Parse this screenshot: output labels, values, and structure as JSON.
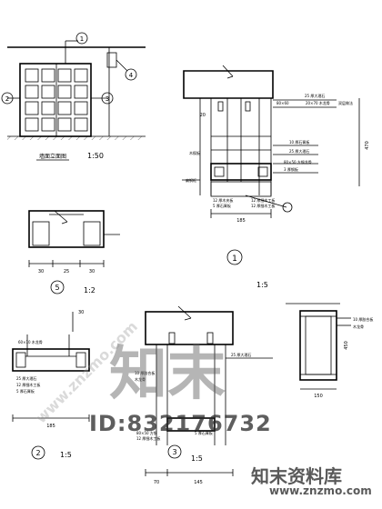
{
  "elevation": {
    "title": "墙面立面图",
    "scale": "1:50",
    "callouts": [
      "1",
      "2",
      "3",
      "4"
    ]
  },
  "detail1": {
    "number": "1",
    "scale": "1:5",
    "dims": [
      "20",
      "470",
      "185"
    ],
    "labels": [
      "25 厚大理石",
      "双层做法",
      "80×60",
      "20×70 木龙骨",
      "10 厚石膏板",
      "木楔板",
      "25 厚大理石",
      "扁钢框",
      "80×50 方钢龙骨",
      "3 厚钢板",
      "12 厚木夹板",
      "5 厚石膏板",
      "12 厚细木工板",
      "12 厚细木工板"
    ]
  },
  "detail5": {
    "number": "5",
    "scale": "1:2",
    "dims": [
      "30",
      "25",
      "30"
    ]
  },
  "detail2": {
    "number": "2",
    "scale": "1:5",
    "dims": [
      "30",
      "185"
    ],
    "labels": [
      "60×10 木龙骨",
      "25 厚大理石",
      "12 厚细木工板",
      "5 厚石膏板"
    ]
  },
  "detail3": {
    "number": "3",
    "scale": "1:5",
    "dims": [
      "70",
      "145"
    ],
    "labels": [
      "10 厚胶合板",
      "木龙骨",
      "25 厚大理石",
      "80×50 方钢",
      "12 厚细木工板",
      "5 厚石膏板"
    ]
  },
  "detail4": {
    "dims": [
      "450",
      "150"
    ],
    "labels": [
      "10 厚胶合板",
      "木龙骨"
    ]
  },
  "watermark": {
    "brand": "知末",
    "id": "ID:832176732",
    "site_cn": "知末资料库",
    "url": "www.znzmo.com",
    "diag": "www.znzmo.com"
  }
}
